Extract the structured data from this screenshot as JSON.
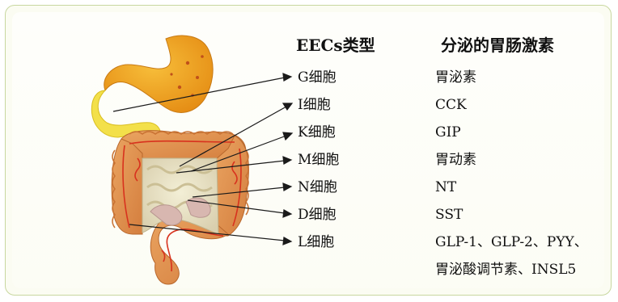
{
  "headers": {
    "cell_type": "EECs类型",
    "hormones": "分泌的胃肠激素"
  },
  "rows": [
    {
      "cell": "G细胞",
      "hormone": "胃泌素"
    },
    {
      "cell": "I细胞",
      "hormone": "CCK"
    },
    {
      "cell": "K细胞",
      "hormone": "GIP"
    },
    {
      "cell": "M细胞",
      "hormone": "胃动素"
    },
    {
      "cell": "N细胞",
      "hormone": "NT"
    },
    {
      "cell": "D细胞",
      "hormone": "SST"
    },
    {
      "cell": "L细胞",
      "hormone": "GLP-1、GLP-2、PYY、"
    }
  ],
  "hormone_continuation": "胃泌酸调节素、INSL5",
  "colors": {
    "panel_border": "#c8d79f",
    "stomach": "#f0a21e",
    "duodenum": "#f3e04a",
    "colon": "#e59a50",
    "small_intestine": "#e8e3c4",
    "vessels": "#d8321e",
    "arrow": "#1a1a1a"
  },
  "icons": {
    "illustration": "digestive-tract-illustration",
    "pointer": "arrow-line"
  }
}
